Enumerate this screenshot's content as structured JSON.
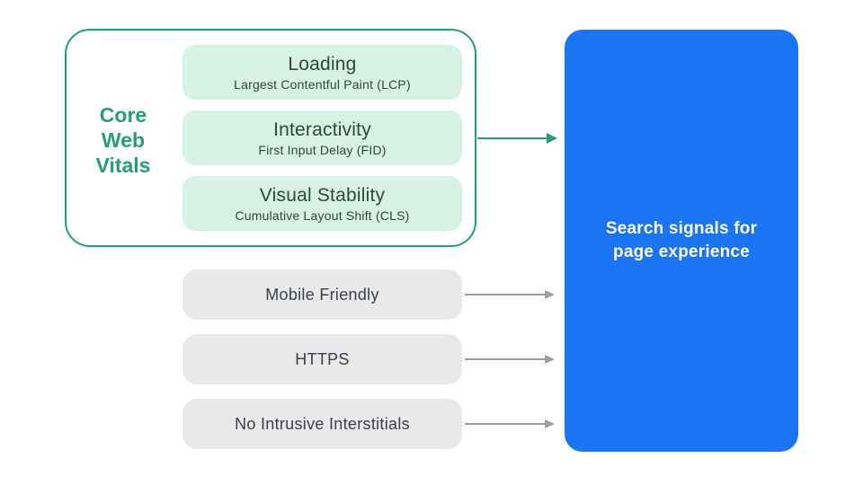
{
  "colors": {
    "canvas_bg": "#FFFFFF",
    "accent_green": "#259D75",
    "mint_fill": "#D5F2E5",
    "vital_text": "#2F463C",
    "gray_fill": "#E8E9EB",
    "signal_text": "#3C4043",
    "arrow_gray": "#9AA0A6",
    "result_blue": "#1B74F1",
    "result_text": "#FFFFFF"
  },
  "core_web_vitals": {
    "label": "Core Web Vitals",
    "items": [
      {
        "title": "Loading",
        "subtitle": "Largest Contentful Paint (LCP)"
      },
      {
        "title": "Interactivity",
        "subtitle": "First Input Delay (FID)"
      },
      {
        "title": "Visual Stability",
        "subtitle": "Cumulative Layout Shift (CLS)"
      }
    ]
  },
  "other_signals": [
    {
      "label": "Mobile Friendly"
    },
    {
      "label": "HTTPS"
    },
    {
      "label": "No Intrusive Interstitials"
    }
  ],
  "result": {
    "label": "Search signals for page experience"
  },
  "icons": {
    "cwv_arrow": "arrow-right-green",
    "signal_arrow": "arrow-right-gray"
  }
}
